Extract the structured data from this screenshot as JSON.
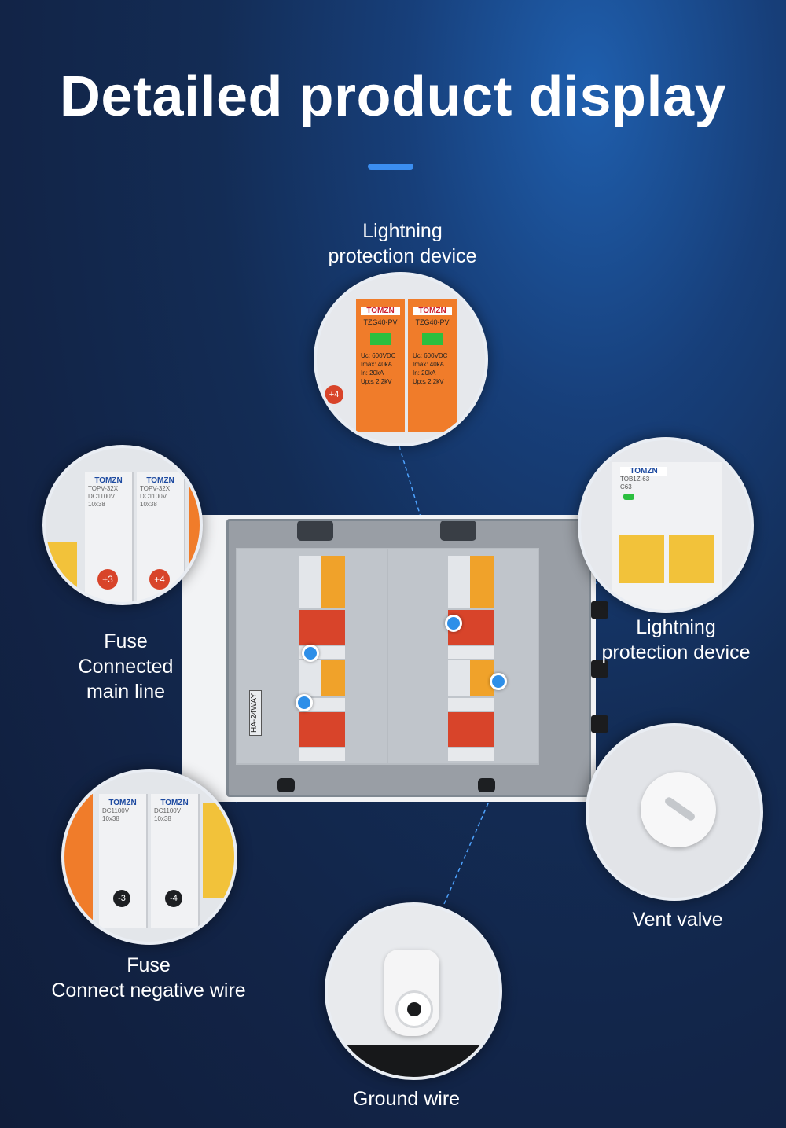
{
  "header": {
    "title": "Detailed product display",
    "accent_color": "#3b8ef0"
  },
  "callouts": {
    "top_spd": {
      "line1": "Lightning",
      "line2": "protection device"
    },
    "fuse_main": {
      "line1": "Fuse",
      "line2": "Connected",
      "line3": "main line"
    },
    "right_spd": {
      "line1": "Lightning",
      "line2": "protection device"
    },
    "vent": {
      "line1": "Vent valve"
    },
    "fuse_neg": {
      "line1": "Fuse",
      "line2": "Connect negative wire"
    },
    "ground": {
      "line1": "Ground wire"
    }
  },
  "product_marks": {
    "brand": "TOMZN",
    "spd_model": "TZG40-PV",
    "spd_spec_uc": "Uc: 600VDC",
    "spd_spec_imax": "Imax: 40kA",
    "spd_spec_in": "In: 20kA",
    "spd_spec_up": "Up:≤ 2.2kV",
    "fuse_model": "TOPV-32X",
    "fuse_rating": "DC1100V",
    "fuse_size": "10x38",
    "fuse_pos_3": "+3",
    "fuse_pos_4": "+4",
    "fuse_neg_3": "-3",
    "fuse_neg_4": "-4",
    "breaker_model": "TOB1Z-63",
    "breaker_rating": "C63",
    "box_model": "HA-24WAY"
  },
  "colors": {
    "spd_orange": "#f07c2a",
    "spd_red": "#d8442a",
    "breaker_yellow": "#f2c23a",
    "indicator_green": "#2bbf3f",
    "callout_dot": "#2e8fe8"
  }
}
